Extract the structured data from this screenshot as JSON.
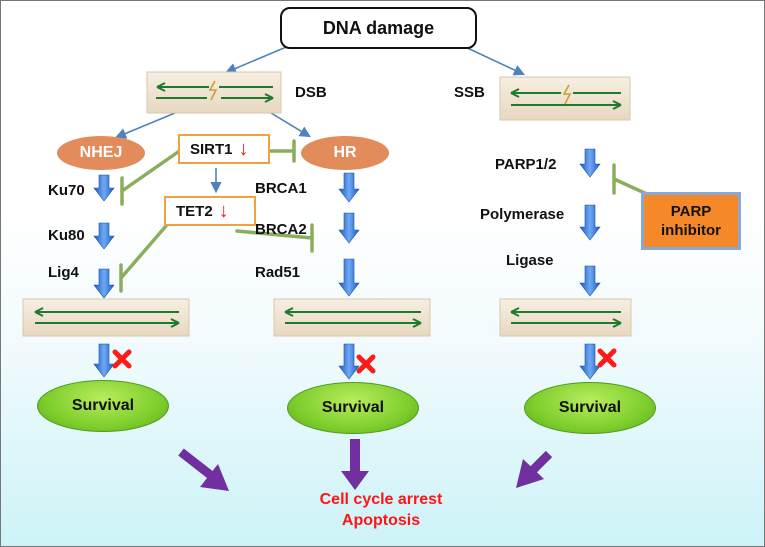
{
  "top_node": "DNA damage",
  "break_types": {
    "dsb": "DSB",
    "ssb": "SSB"
  },
  "pathways": {
    "nhej": {
      "name": "NHEJ",
      "steps": [
        "Ku70",
        "Ku80",
        "Lig4"
      ]
    },
    "hr": {
      "name": "HR",
      "steps": [
        "BRCA1",
        "BRCA2",
        "Rad51"
      ]
    },
    "ssb_repair": {
      "steps": [
        "PARP1/2",
        "Polymerase",
        "Ligase"
      ]
    }
  },
  "regulators": {
    "sirt1": "SIRT1",
    "tet2": "TET2",
    "down_glyph": "↓"
  },
  "inhibitor": {
    "line1": "PARP",
    "line2": "inhibitor"
  },
  "survival": [
    "Survival",
    "Survival",
    "Survival"
  ],
  "outcome": {
    "line1": "Cell cycle arrest",
    "line2": "Apoptosis"
  },
  "colors": {
    "block_arrow": "#2f6fd6",
    "inhibition": "#8aae5c",
    "purple_arrow": "#7030a0",
    "outcome_text": "#ff1515",
    "dna_strand": "#1f7a2e",
    "break_mark": "#c8a036",
    "dna_box": "#efe4d2",
    "node_orange": "#e28b5b",
    "survival_green": "#7fcf2d",
    "block_x": "#ff1a1a"
  }
}
